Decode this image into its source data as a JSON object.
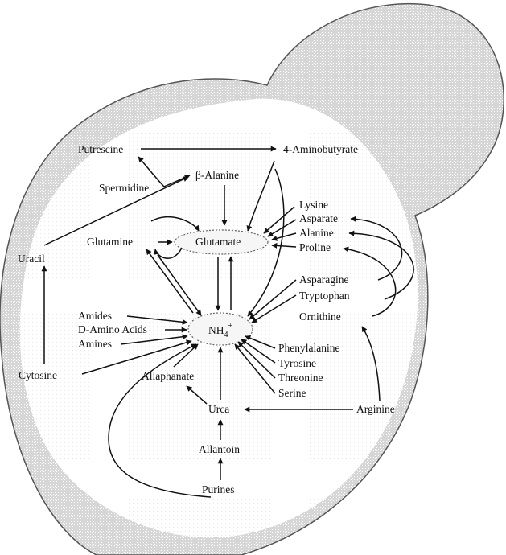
{
  "colors": {
    "cell_fill": "#d6d6d6",
    "cell_outline": "#555555",
    "ink": "#111111",
    "pool_outline": "#666666",
    "pool_fill": "#f2f2f2"
  },
  "nodes": {
    "putrescine": "Putrescine",
    "aminobutyrate": "4-Aminobutyrate",
    "spermidine": "Spermidine",
    "beta_alanine": "β-Alanine",
    "uracil": "Uracil",
    "glutamine": "Glutamine",
    "glutamate": "Glutamate",
    "lysine": "Lysine",
    "asparate": "Asparate",
    "alanine": "Alanine",
    "proline": "Proline",
    "asparagine": "Asparagine",
    "tryptophan": "Tryptophan",
    "ornithine": "Ornithine",
    "amides": "Amides",
    "d_amino_acids": "D-Amino Acids",
    "amines": "Amines",
    "ammonium_main": "NH",
    "ammonium_sub": "4",
    "ammonium_sup": "+",
    "cytosine": "Cytosine",
    "phenylalanine": "Phenylalanine",
    "tyrosine": "Tyrosine",
    "threonine": "Threonine",
    "serine": "Serine",
    "allaphanate": "Allaphanate",
    "urea": "Urca",
    "arginine": "Arginine",
    "allantoin": "Allantoin",
    "purines": "Purines"
  }
}
